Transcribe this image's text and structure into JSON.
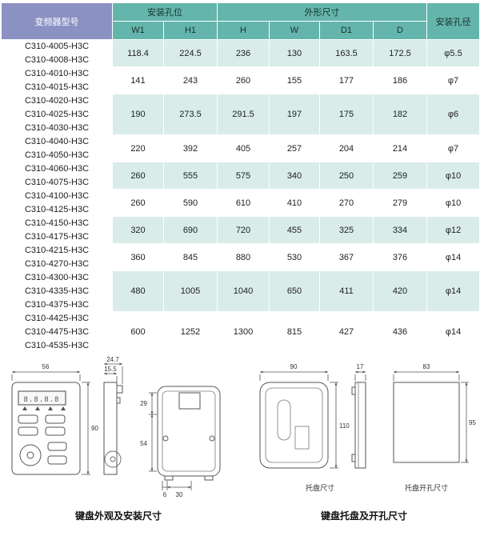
{
  "table": {
    "header": {
      "model": "变频器型号",
      "mount_holes": "安装孔位",
      "outline": "外形尺寸",
      "hole_dia": "安装孔径",
      "cols": [
        "W1",
        "H1",
        "H",
        "W",
        "D1",
        "D"
      ]
    },
    "groups": [
      {
        "models": [
          "C310-4005-H3C",
          "C310-4008-H3C"
        ],
        "values": [
          "118.4",
          "224.5",
          "236",
          "130",
          "163.5",
          "172.5"
        ],
        "dia": "φ5.5"
      },
      {
        "models": [
          "C310-4010-H3C",
          "C310-4015-H3C"
        ],
        "values": [
          "141",
          "243",
          "260",
          "155",
          "177",
          "186"
        ],
        "dia": "φ7"
      },
      {
        "models": [
          "C310-4020-H3C",
          "C310-4025-H3C",
          "C310-4030-H3C"
        ],
        "values": [
          "190",
          "273.5",
          "291.5",
          "197",
          "175",
          "182"
        ],
        "dia": "φ6"
      },
      {
        "models": [
          "C310-4040-H3C",
          "C310-4050-H3C"
        ],
        "values": [
          "220",
          "392",
          "405",
          "257",
          "204",
          "214"
        ],
        "dia": "φ7"
      },
      {
        "models": [
          "C310-4060-H3C",
          "C310-4075-H3C"
        ],
        "values": [
          "260",
          "555",
          "575",
          "340",
          "250",
          "259"
        ],
        "dia": "φ10"
      },
      {
        "models": [
          "C310-4100-H3C",
          "C310-4125-H3C"
        ],
        "values": [
          "260",
          "590",
          "610",
          "410",
          "270",
          "279"
        ],
        "dia": "φ10"
      },
      {
        "models": [
          "C310-4150-H3C",
          "C310-4175-H3C"
        ],
        "values": [
          "320",
          "690",
          "720",
          "455",
          "325",
          "334"
        ],
        "dia": "φ12"
      },
      {
        "models": [
          "C310-4215-H3C",
          "C310-4270-H3C"
        ],
        "values": [
          "360",
          "845",
          "880",
          "530",
          "367",
          "376"
        ],
        "dia": "φ14"
      },
      {
        "models": [
          "C310-4300-H3C",
          "C310-4335-H3C",
          "C310-4375-H3C"
        ],
        "values": [
          "480",
          "1005",
          "1040",
          "650",
          "411",
          "420"
        ],
        "dia": "φ14"
      },
      {
        "models": [
          "C310-4425-H3C",
          "C310-4475-H3C",
          "C310-4535-H3C"
        ],
        "values": [
          "600",
          "1252",
          "1300",
          "815",
          "427",
          "436"
        ],
        "dia": "φ14"
      }
    ]
  },
  "drawings": {
    "keypad_front": {
      "width": "56",
      "height": "90",
      "display": "8.8.8.8"
    },
    "keypad_side": {
      "depth_total": "24.7",
      "depth_body": "15.5"
    },
    "keypad_rear": {
      "upper_height": "29",
      "lower_height": "54",
      "foot_offset": "6",
      "foot_width": "30"
    },
    "tray": {
      "width": "90",
      "height": "110",
      "depth": "17",
      "caption": "托盘尺寸"
    },
    "tray_hole": {
      "width": "83",
      "height": "95",
      "caption": "托盘开孔尺寸"
    }
  },
  "captions": {
    "left": "键盘外观及安装尺寸",
    "right": "键盘托盘及开孔尺寸"
  },
  "colors": {
    "header_purple": "#8c91c4",
    "header_teal": "#64b5ab",
    "band_teal": "#d9ece9"
  }
}
